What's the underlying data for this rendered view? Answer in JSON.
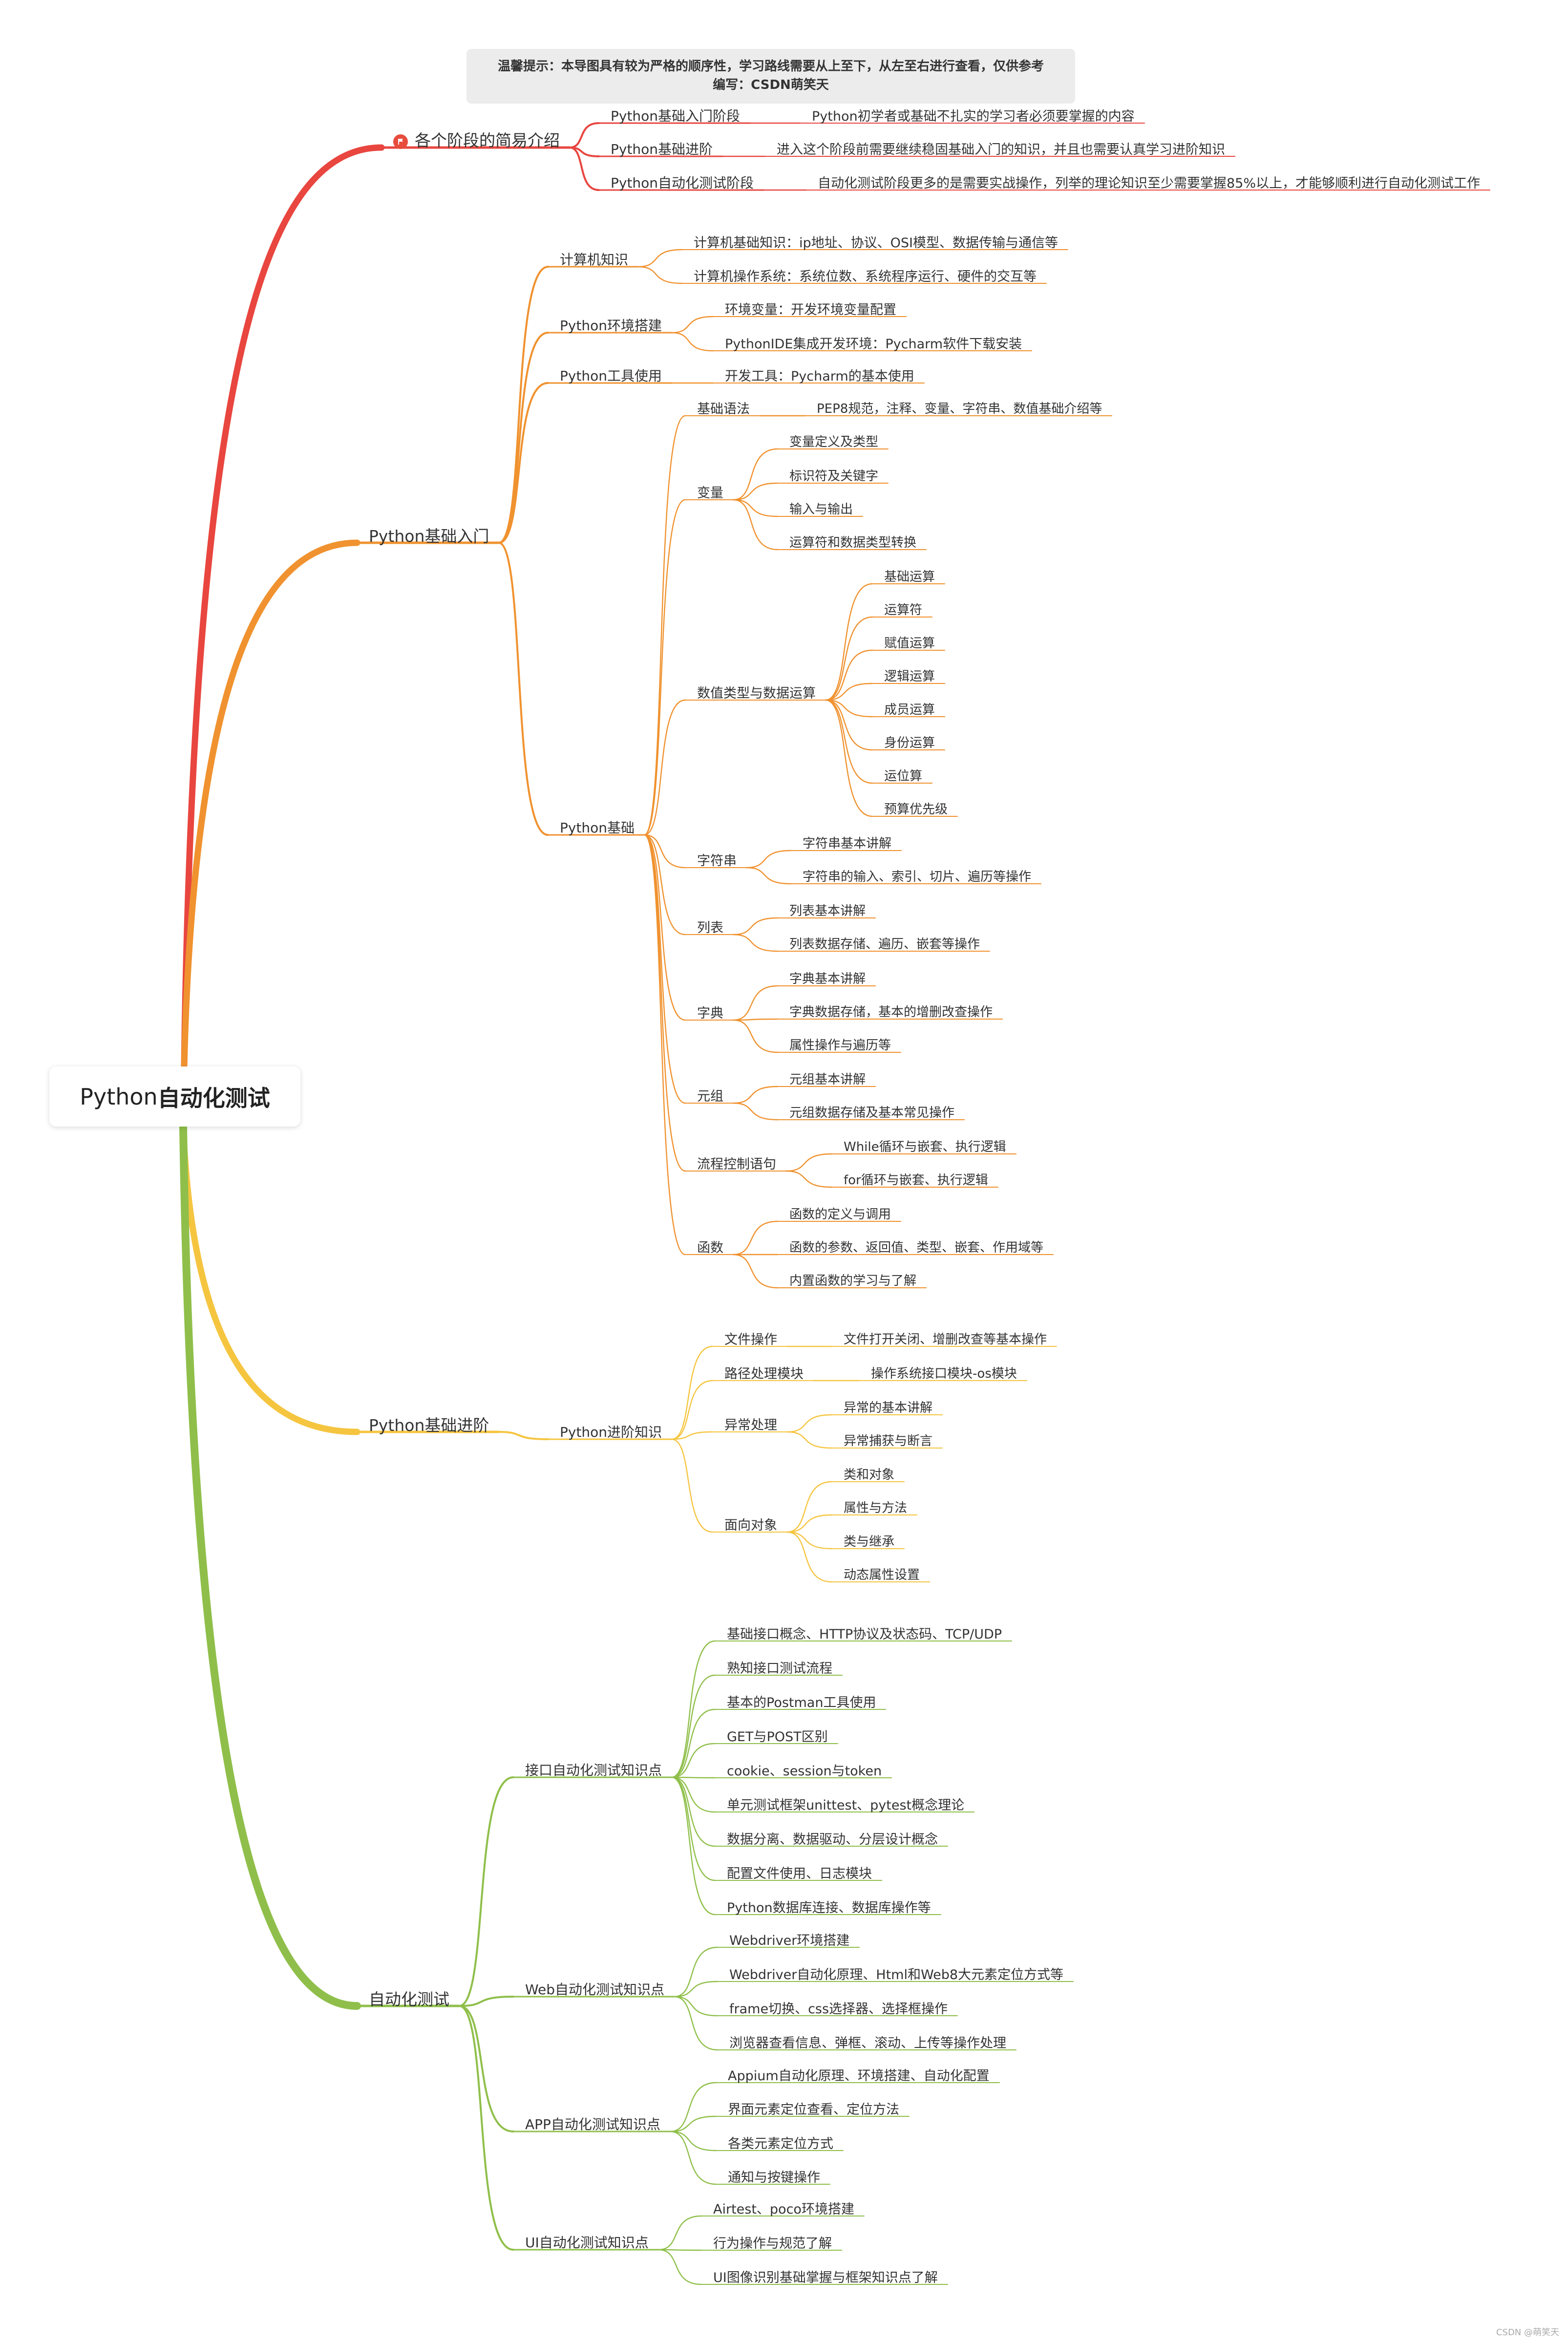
{
  "notice": {
    "line1": "温馨提示：本导图具有较为严格的顺序性，学习路线需要从上至下，从左至右进行查看，仅供参考",
    "line2": "编写：CSDN萌笑天"
  },
  "root": {
    "label_prefix": "Python",
    "label_bold": "自动化测试"
  },
  "watermark": "CSDN @萌笑天",
  "colors": {
    "red": "#e8463f",
    "orange": "#f0922f",
    "yellow": "#f5c540",
    "green": "#8fbf4a"
  },
  "nodes": [
    {
      "id": "b1",
      "label": "各个阶段的简易介绍",
      "icon": "flag-icon",
      "branch": "red"
    },
    {
      "id": "b1a",
      "label": "Python基础入门阶段",
      "branch": "red"
    },
    {
      "id": "b1a1",
      "label": "Python初学者或基础不扎实的学习者必须要掌握的内容",
      "branch": "red"
    },
    {
      "id": "b1b",
      "label": "Python基础进阶",
      "branch": "red"
    },
    {
      "id": "b1b1",
      "label": "进入这个阶段前需要继续稳固基础入门的知识，并且也需要认真学习进阶知识",
      "branch": "red"
    },
    {
      "id": "b1c",
      "label": "Python自动化测试阶段",
      "branch": "red"
    },
    {
      "id": "b1c1",
      "label": "自动化测试阶段更多的是需要实战操作，列举的理论知识至少需要掌握85%以上，才能够顺利进行自动化测试工作",
      "branch": "red"
    },
    {
      "id": "b2",
      "label": "Python基础入门",
      "branch": "orange"
    },
    {
      "id": "b2a",
      "label": "计算机知识",
      "branch": "orange"
    },
    {
      "id": "b2a1",
      "label": "计算机基础知识：ip地址、协议、OSI模型、数据传输与通信等",
      "branch": "orange"
    },
    {
      "id": "b2a2",
      "label": "计算机操作系统：系统位数、系统程序运行、硬件的交互等",
      "branch": "orange"
    },
    {
      "id": "b2b",
      "label": "Python环境搭建",
      "branch": "orange"
    },
    {
      "id": "b2b1",
      "label": "环境变量：开发环境变量配置",
      "branch": "orange"
    },
    {
      "id": "b2b2",
      "label": "PythonIDE集成开发环境：Pycharm软件下载安装",
      "branch": "orange"
    },
    {
      "id": "b2c",
      "label": "Python工具使用",
      "branch": "orange"
    },
    {
      "id": "b2c1",
      "label": "开发工具：Pycharm的基本使用",
      "branch": "orange"
    },
    {
      "id": "b2d",
      "label": "Python基础",
      "branch": "orange"
    },
    {
      "id": "g1",
      "label": "基础语法",
      "branch": "orange"
    },
    {
      "id": "g1a",
      "label": "PEP8规范，注释、变量、字符串、数值基础介绍等",
      "branch": "orange"
    },
    {
      "id": "g2",
      "label": "变量",
      "branch": "orange"
    },
    {
      "id": "g2a",
      "label": "变量定义及类型",
      "branch": "orange"
    },
    {
      "id": "g2b",
      "label": "标识符及关键字",
      "branch": "orange"
    },
    {
      "id": "g2c",
      "label": "输入与输出",
      "branch": "orange"
    },
    {
      "id": "g2d",
      "label": "运算符和数据类型转换",
      "branch": "orange"
    },
    {
      "id": "g3",
      "label": "数值类型与数据运算",
      "branch": "orange"
    },
    {
      "id": "g3a",
      "label": "基础运算",
      "branch": "orange"
    },
    {
      "id": "g3b",
      "label": "运算符",
      "branch": "orange"
    },
    {
      "id": "g3c",
      "label": "赋值运算",
      "branch": "orange"
    },
    {
      "id": "g3d",
      "label": "逻辑运算",
      "branch": "orange"
    },
    {
      "id": "g3e",
      "label": "成员运算",
      "branch": "orange"
    },
    {
      "id": "g3f",
      "label": "身份运算",
      "branch": "orange"
    },
    {
      "id": "g3g",
      "label": "运位算",
      "branch": "orange"
    },
    {
      "id": "g3h",
      "label": "预算优先级",
      "branch": "orange"
    },
    {
      "id": "g4",
      "label": "字符串",
      "branch": "orange"
    },
    {
      "id": "g4a",
      "label": "字符串基本讲解",
      "branch": "orange"
    },
    {
      "id": "g4b",
      "label": "字符串的输入、索引、切片、遍历等操作",
      "branch": "orange"
    },
    {
      "id": "g5",
      "label": "列表",
      "branch": "orange"
    },
    {
      "id": "g5a",
      "label": "列表基本讲解",
      "branch": "orange"
    },
    {
      "id": "g5b",
      "label": "列表数据存储、遍历、嵌套等操作",
      "branch": "orange"
    },
    {
      "id": "g6",
      "label": "字典",
      "branch": "orange"
    },
    {
      "id": "g6a",
      "label": "字典基本讲解",
      "branch": "orange"
    },
    {
      "id": "g6b",
      "label": "字典数据存储，基本的增删改查操作",
      "branch": "orange"
    },
    {
      "id": "g6c",
      "label": "属性操作与遍历等",
      "branch": "orange"
    },
    {
      "id": "g7",
      "label": "元组",
      "branch": "orange"
    },
    {
      "id": "g7a",
      "label": "元组基本讲解",
      "branch": "orange"
    },
    {
      "id": "g7b",
      "label": "元组数据存储及基本常见操作",
      "branch": "orange"
    },
    {
      "id": "g8",
      "label": "流程控制语句",
      "branch": "orange"
    },
    {
      "id": "g8a",
      "label": "While循环与嵌套、执行逻辑",
      "branch": "orange"
    },
    {
      "id": "g8b",
      "label": "for循环与嵌套、执行逻辑",
      "branch": "orange"
    },
    {
      "id": "g9",
      "label": "函数",
      "branch": "orange"
    },
    {
      "id": "g9a",
      "label": "函数的定义与调用",
      "branch": "orange"
    },
    {
      "id": "g9b",
      "label": "函数的参数、返回值、类型、嵌套、作用域等",
      "branch": "orange"
    },
    {
      "id": "g9c",
      "label": "内置函数的学习与了解",
      "branch": "orange"
    },
    {
      "id": "b3",
      "label": "Python基础进阶",
      "branch": "yellow"
    },
    {
      "id": "b3a",
      "label": "Python进阶知识",
      "branch": "yellow"
    },
    {
      "id": "y1",
      "label": "文件操作",
      "branch": "yellow"
    },
    {
      "id": "y1a",
      "label": "文件打开关闭、增删改查等基本操作",
      "branch": "yellow"
    },
    {
      "id": "y2",
      "label": "路径处理模块",
      "branch": "yellow"
    },
    {
      "id": "y2a",
      "label": "操作系统接口模块-os模块",
      "branch": "yellow"
    },
    {
      "id": "y3",
      "label": "异常处理",
      "branch": "yellow"
    },
    {
      "id": "y3a",
      "label": "异常的基本讲解",
      "branch": "yellow"
    },
    {
      "id": "y3b",
      "label": "异常捕获与断言",
      "branch": "yellow"
    },
    {
      "id": "y4",
      "label": "面向对象",
      "branch": "yellow"
    },
    {
      "id": "y4a",
      "label": "类和对象",
      "branch": "yellow"
    },
    {
      "id": "y4b",
      "label": "属性与方法",
      "branch": "yellow"
    },
    {
      "id": "y4c",
      "label": "类与继承",
      "branch": "yellow"
    },
    {
      "id": "y4d",
      "label": "动态属性设置",
      "branch": "yellow"
    },
    {
      "id": "b4",
      "label": "自动化测试",
      "branch": "green"
    },
    {
      "id": "b4a",
      "label": "接口自动化测试知识点",
      "branch": "green"
    },
    {
      "id": "i1",
      "label": "基础接口概念、HTTP协议及状态码、TCP/UDP",
      "branch": "green"
    },
    {
      "id": "i2",
      "label": "熟知接口测试流程",
      "branch": "green"
    },
    {
      "id": "i3",
      "label": "基本的Postman工具使用",
      "branch": "green"
    },
    {
      "id": "i4",
      "label": "GET与POST区别",
      "branch": "green"
    },
    {
      "id": "i5",
      "label": "cookie、session与token",
      "branch": "green"
    },
    {
      "id": "i6",
      "label": "单元测试框架unittest、pytest概念理论",
      "branch": "green"
    },
    {
      "id": "i7",
      "label": "数据分离、数据驱动、分层设计概念",
      "branch": "green"
    },
    {
      "id": "i8",
      "label": "配置文件使用、日志模块",
      "branch": "green"
    },
    {
      "id": "i9",
      "label": "Python数据库连接、数据库操作等",
      "branch": "green"
    },
    {
      "id": "b4b",
      "label": "Web自动化测试知识点",
      "branch": "green"
    },
    {
      "id": "w1",
      "label": "Webdriver环境搭建",
      "branch": "green"
    },
    {
      "id": "w2",
      "label": "Webdriver自动化原理、Html和Web8大元素定位方式等",
      "branch": "green"
    },
    {
      "id": "w3",
      "label": "frame切换、css选择器、选择框操作",
      "branch": "green"
    },
    {
      "id": "w4",
      "label": "浏览器查看信息、弹框、滚动、上传等操作处理",
      "branch": "green"
    },
    {
      "id": "b4c",
      "label": "APP自动化测试知识点",
      "branch": "green"
    },
    {
      "id": "a1",
      "label": "Appium自动化原理、环境搭建、自动化配置",
      "branch": "green"
    },
    {
      "id": "a2",
      "label": "界面元素定位查看、定位方法",
      "branch": "green"
    },
    {
      "id": "a3",
      "label": "各类元素定位方式",
      "branch": "green"
    },
    {
      "id": "a4",
      "label": "通知与按键操作",
      "branch": "green"
    },
    {
      "id": "b4d",
      "label": "UI自动化测试知识点",
      "branch": "green"
    },
    {
      "id": "u1",
      "label": "Airtest、poco环境搭建",
      "branch": "green"
    },
    {
      "id": "u2",
      "label": "行为操作与规范了解",
      "branch": "green"
    },
    {
      "id": "u3",
      "label": "UI图像识别基础掌握与框架知识点了解",
      "branch": "green"
    }
  ]
}
